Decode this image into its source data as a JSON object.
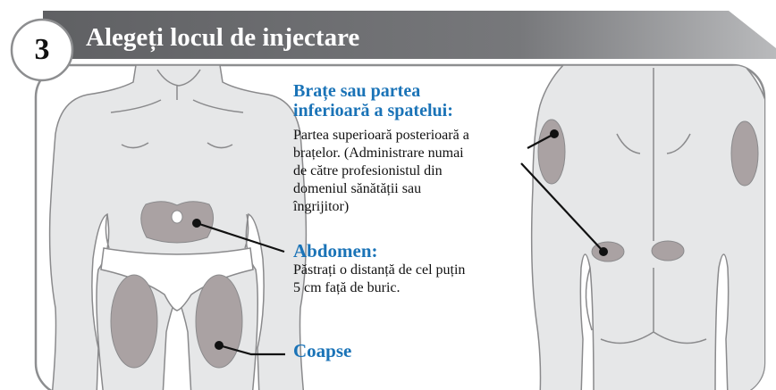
{
  "header": {
    "step_number": "3",
    "title": "Alegeți locul de injectare"
  },
  "sites": {
    "arms_back": {
      "heading_line1": "Brațe sau partea",
      "heading_line2": "inferioară a spatelui:",
      "description_lines": [
        "Partea superioară posterioară a",
        "brațelor. (Administrare numai",
        "de către profesionistul din",
        "domeniul sănătății sau",
        "îngrijitor)"
      ]
    },
    "abdomen": {
      "heading": "Abdomen:",
      "description_lines": [
        "Păstrați o distanță de cel puțin",
        "5 cm față de buric."
      ]
    },
    "thighs": {
      "heading": "Coapse"
    }
  },
  "colors": {
    "heading_blue": "#1a73b7",
    "header_bar": "#6d6e71",
    "body_fill": "#e6e7e8",
    "injection_zone": "#aaa2a3",
    "panel_border": "#8d8e90"
  }
}
